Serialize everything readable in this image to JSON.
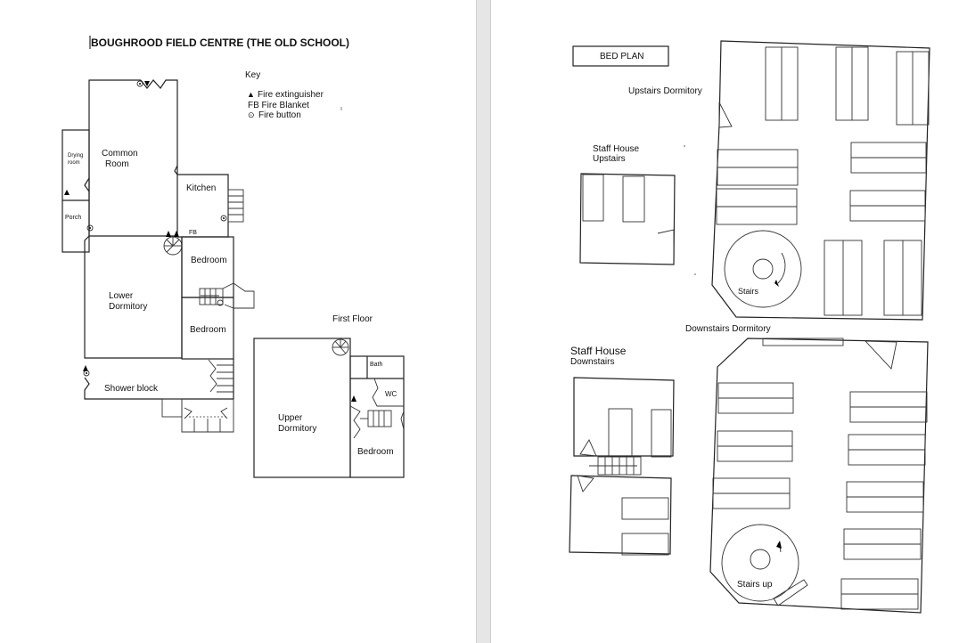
{
  "left_page": {
    "title": "BOUGHROOD FIELD CENTRE (THE OLD SCHOOL)",
    "key": {
      "heading": "Key",
      "items": [
        {
          "symbol": "▲",
          "label": "Fire extinguisher"
        },
        {
          "symbol": "",
          "label": "FB Fire Blanket"
        },
        {
          "symbol": "⊙",
          "label": "Fire button"
        }
      ]
    },
    "rooms": {
      "drying": [
        "Drying",
        "room"
      ],
      "common": [
        "Common",
        "Room"
      ],
      "kitchen": "Kitchen",
      "porch": "Porch",
      "fb": "FB",
      "bedroom_upper": "Bedroom",
      "lower_dorm": [
        "Lower",
        "Dormitory"
      ],
      "bedroom_lower": "Bedroom",
      "shower": "Shower block",
      "first_floor": "First Floor",
      "bath": "Bath",
      "wc": "WC",
      "upper_dorm": [
        "Upper",
        "Dormitory"
      ],
      "bedroom_ff": "Bedroom"
    }
  },
  "right_page": {
    "bed_plan_label": "BED PLAN",
    "upstairs_dorm": "Upstairs Dormitory",
    "staff_upstairs": [
      "Staff House",
      "Upstairs"
    ],
    "stairs": "Stairs",
    "downstairs_dorm": "Downstairs Dormitory",
    "staff_downstairs": [
      "Staff House",
      "Downstairs"
    ],
    "stairs_up": "Stairs  up"
  }
}
